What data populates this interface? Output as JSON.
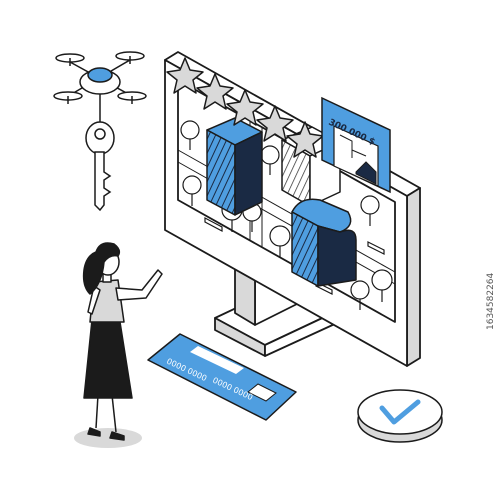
{
  "price_tag": {
    "text": "300 000 $"
  },
  "card": {
    "number_left": "0000 0000",
    "number_right": "0000 0000"
  },
  "stock_id": "1634582264",
  "colors": {
    "blue": "#4f9ee0",
    "navy": "#1a2a44",
    "outline": "#1b1b1b",
    "gray": "#d9d9d9"
  }
}
